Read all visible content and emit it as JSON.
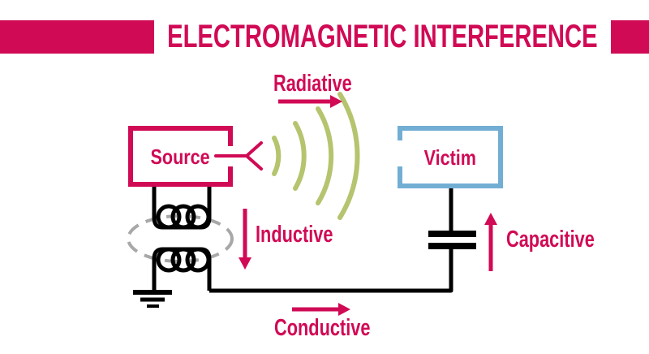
{
  "colors": {
    "crimson": "#d10a55",
    "blue": "#72aed3",
    "green": "#b5c46e",
    "gray": "#a8a8a8",
    "ink": "#000000",
    "bg": "#ffffff"
  },
  "header": {
    "title": "ELECTROMAGNETIC INTERFERENCE"
  },
  "diagram": {
    "source": {
      "label": "Source"
    },
    "victim": {
      "label": "Victim"
    },
    "coupling_paths": {
      "radiative": {
        "label": "Radiative",
        "direction": "right"
      },
      "inductive": {
        "label": "Inductive",
        "direction": "down"
      },
      "capacitive": {
        "label": "Capacitive",
        "direction": "up"
      },
      "conductive": {
        "label": "Conductive",
        "direction": "right"
      }
    }
  }
}
